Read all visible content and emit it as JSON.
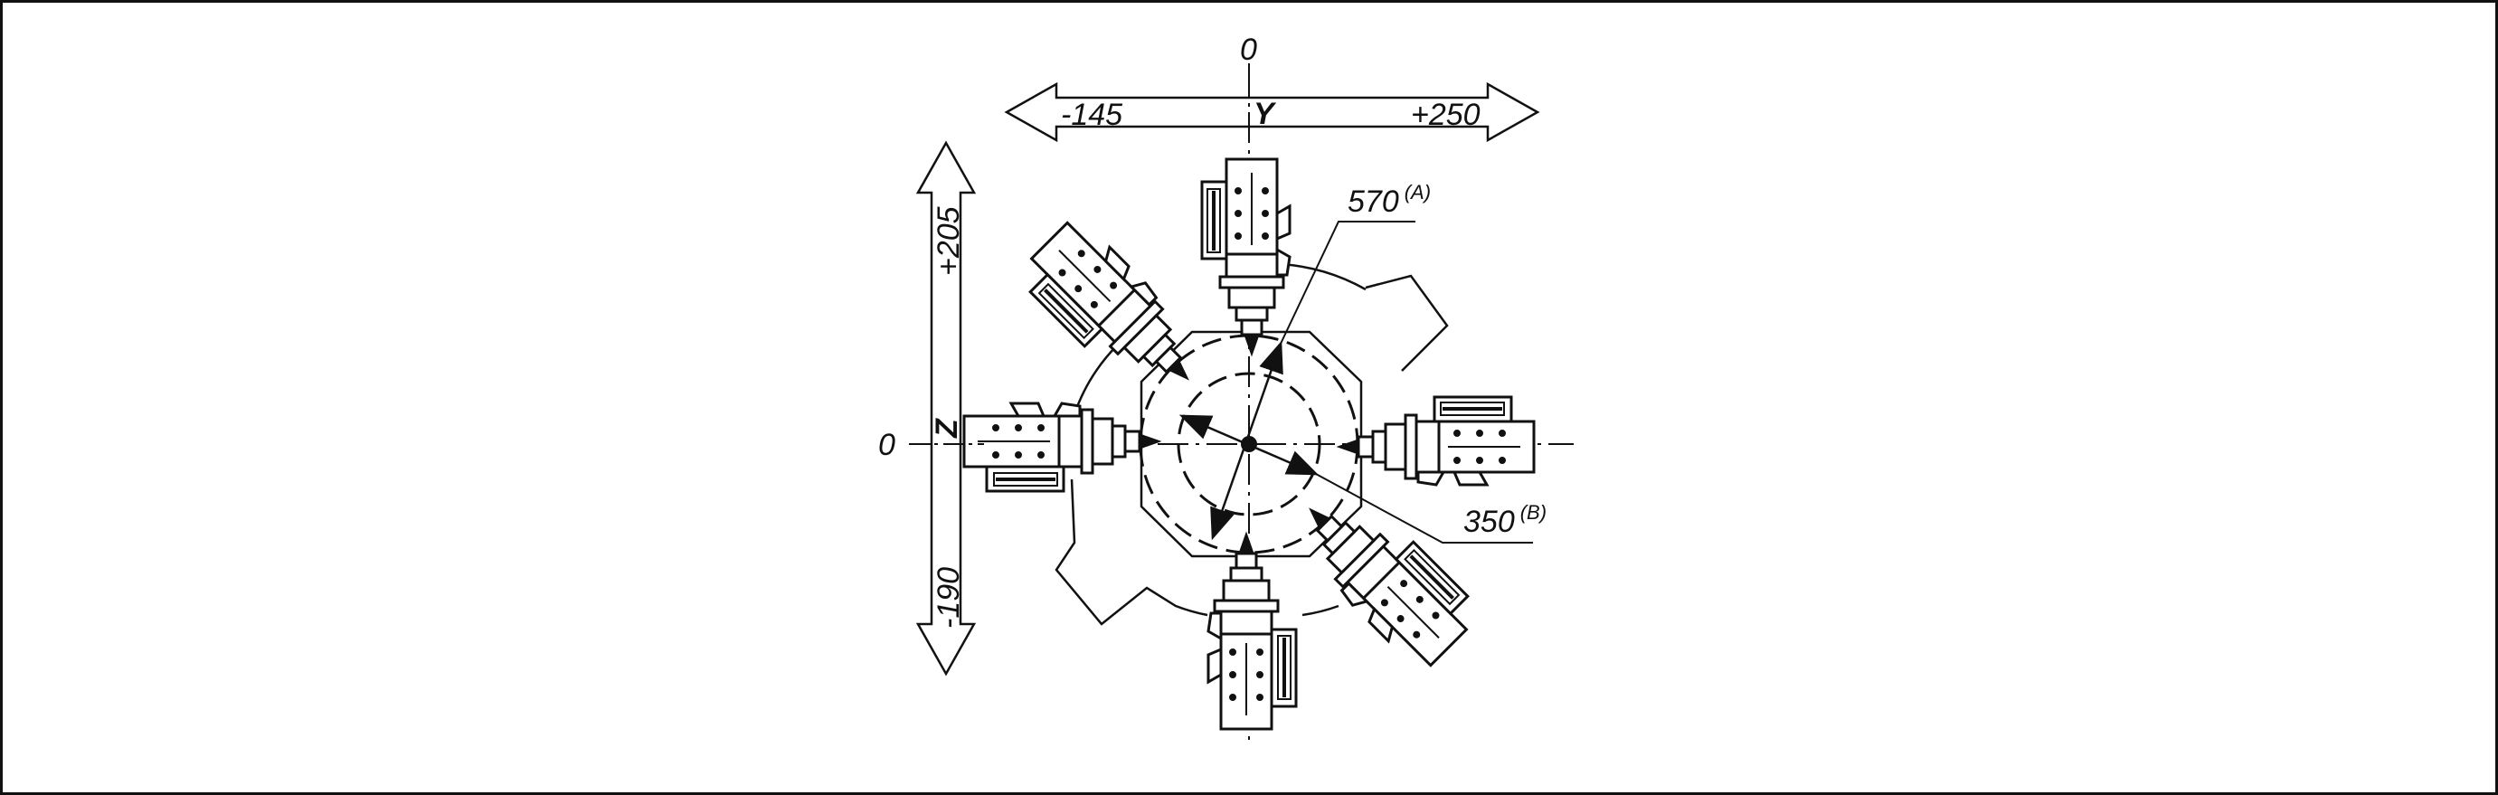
{
  "diagram": {
    "y_axis": {
      "letter": "Y",
      "zero": "0",
      "min": "-145",
      "max": "+250"
    },
    "z_axis": {
      "letter": "Z",
      "zero": "0",
      "max": "+205",
      "min": "-190"
    },
    "dim_a": {
      "value": "570",
      "sup": "(A)"
    },
    "dim_b": {
      "value": "350",
      "sup": "(B)"
    },
    "colors": {
      "line": "#111111",
      "background": "#ffffff"
    },
    "tool_count": 6
  }
}
